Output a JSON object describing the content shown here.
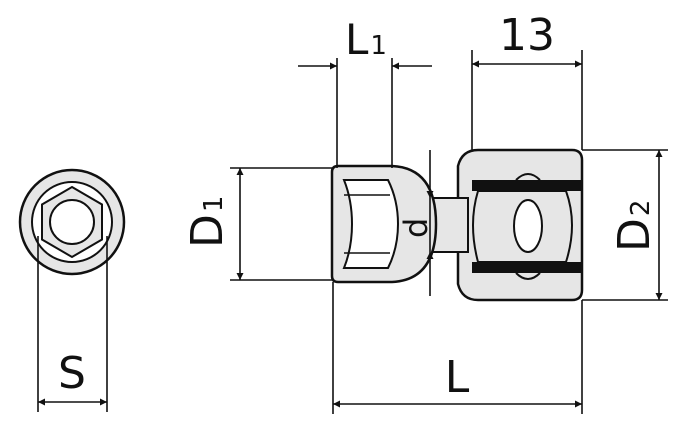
{
  "labels": {
    "s": "S",
    "l1_main": "L",
    "l1_sub": "1",
    "drive": "13",
    "d1_main": "D",
    "d1_sub": "1",
    "d_small": "d",
    "d2_main": "D",
    "d2_sub": "2",
    "l": "L"
  },
  "colors": {
    "stroke": "#111111",
    "body_fill": "#e6e6e6",
    "background": "#ffffff"
  }
}
